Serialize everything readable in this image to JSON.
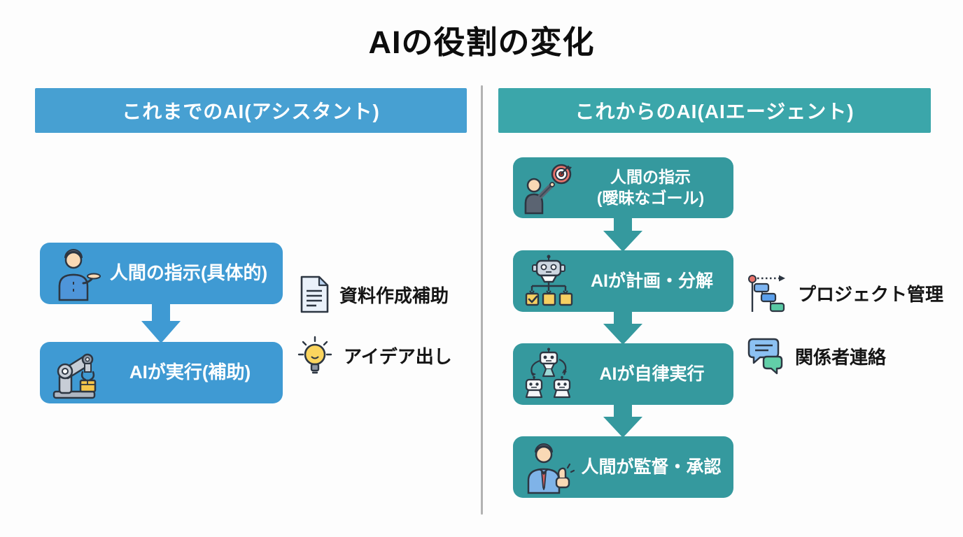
{
  "title": "AIの役割の変化",
  "left_column": {
    "header": "これまでのAI(アシスタント)",
    "steps": [
      {
        "label": "人間の指示(具体的)",
        "icon": "person-presenting-icon"
      },
      {
        "label": "AIが実行(補助)",
        "icon": "robot-arm-icon"
      }
    ],
    "annotations": [
      {
        "label": "資料作成補助",
        "icon": "document-icon"
      },
      {
        "label": "アイデア出し",
        "icon": "lightbulb-icon"
      }
    ]
  },
  "right_column": {
    "header": "これからのAI(AIエージェント)",
    "steps": [
      {
        "label": "人間の指示",
        "sublabel": "(曖昧なゴール)",
        "icon": "person-goal-icon"
      },
      {
        "label": "AIが計画・分解",
        "icon": "robot-plan-icon"
      },
      {
        "label": "AIが自律実行",
        "icon": "multi-robot-icon"
      },
      {
        "label": "人間が監督・承認",
        "icon": "person-approval-icon"
      }
    ],
    "annotations": [
      {
        "label": "プロジェクト管理",
        "icon": "gantt-chart-icon"
      },
      {
        "label": "関係者連絡",
        "icon": "chat-bubbles-icon"
      }
    ]
  },
  "colors": {
    "left_header_bg": "#47a0d2",
    "left_box_bg": "#3f9ad3",
    "right_header_bg": "#3ba6aa",
    "right_box_bg": "#35999e",
    "divider": "#b3b3b3",
    "box_text": "#ffffff",
    "annotation_text": "#151515",
    "title_text": "#0d0d0d"
  }
}
